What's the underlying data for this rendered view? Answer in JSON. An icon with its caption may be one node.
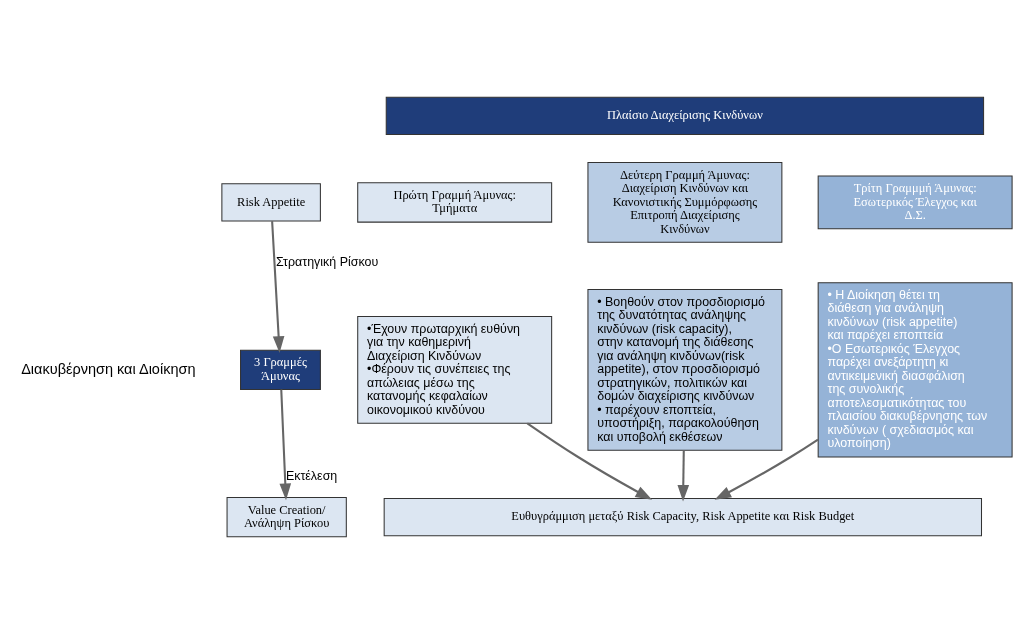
{
  "diagram": {
    "nodes": [
      {
        "text": [
          "Πλαίσιο Διαχείρισης Κινδύνων"
        ]
      },
      {
        "text": [
          "Risk Appetite"
        ]
      },
      {
        "text": [
          "Πρώτη Γραμμή Άμυνας: Τμήματα"
        ]
      },
      {
        "text": [
          "Δεύτερη Γραμμή Άμυνας: Διαχείριση Κινδύνων και Κανονιστικής Συμμόρφωσης Επιτροπή Διαχείρισης Κινδύνων"
        ]
      },
      {
        "text": [
          "Τρίτη Γραμμμή Άμυνας: Εσωτερικός Έλεγχος και Δ.Σ."
        ]
      },
      {
        "text": [
          "3 Γραμμές Άμυνας"
        ],
        "beside": [
          "Διακυβέρνηση και Διοίκηση"
        ]
      },
      {
        "text": [
          "•Έχουν πρωταρχική ευθύνη για την καθημερινή Διαχείριση Κινδύνων",
          "•Φέρουν τις συνέπειες της απώλειας μέσω της κατανομής κεφαλαίων οικονομικού κινδύνου"
        ]
      },
      {
        "text": [
          "• Βοηθούν στον προσδιορισμό της δυνατότητας ανάληψης κινδύνων (risk capacity), στην κατανομή της διάθεσης για ανάληψη κινδύνων(risk appetite), στον προσδιορισμό στρατηγικών, πολιτικών και δομών διαχείρισης κινδύνων",
          "• παρέχουν εποπτεία, υποστήριξη, παρακολούθηση και υποβολή εκθέσεων"
        ]
      },
      {
        "text": [
          "• Η Διοίκηση θέτει τη διάθεση για ανάληψη κινδύνων (risk appetite) και παρέχει εποπτεία",
          "•Ο Εσωτερικός Έλεγχος παρέχει ανεξάρτητη κι αντικειμενική διασφάλιση της συνολικής αποτελεσματικότητας του πλαισίου διακυβέρνησης των κινδύνων ( σχεδιασμός και υλοποίηση)"
        ]
      },
      {
        "text": [
          "Value Creation/ Ανάληψη Ρίσκου"
        ]
      },
      {
        "text": [
          "Ευθυγράμμιση μεταξύ Risk Capacity, Risk Appetite και Risk Budget"
        ]
      }
    ],
    "edges": [
      {
        "from": 1,
        "to": 5,
        "arrow": "to",
        "label": "Στρατηγική Ρίσκου"
      },
      {
        "from": 5,
        "to": 9,
        "arrow": "to",
        "label": "Εκτέλεση"
      },
      {
        "from": 6,
        "to": 10,
        "arrow": "to"
      },
      {
        "from": 7,
        "to": 10,
        "arrow": "to"
      },
      {
        "from": 8,
        "to": 10,
        "arrow": "to"
      }
    ]
  }
}
